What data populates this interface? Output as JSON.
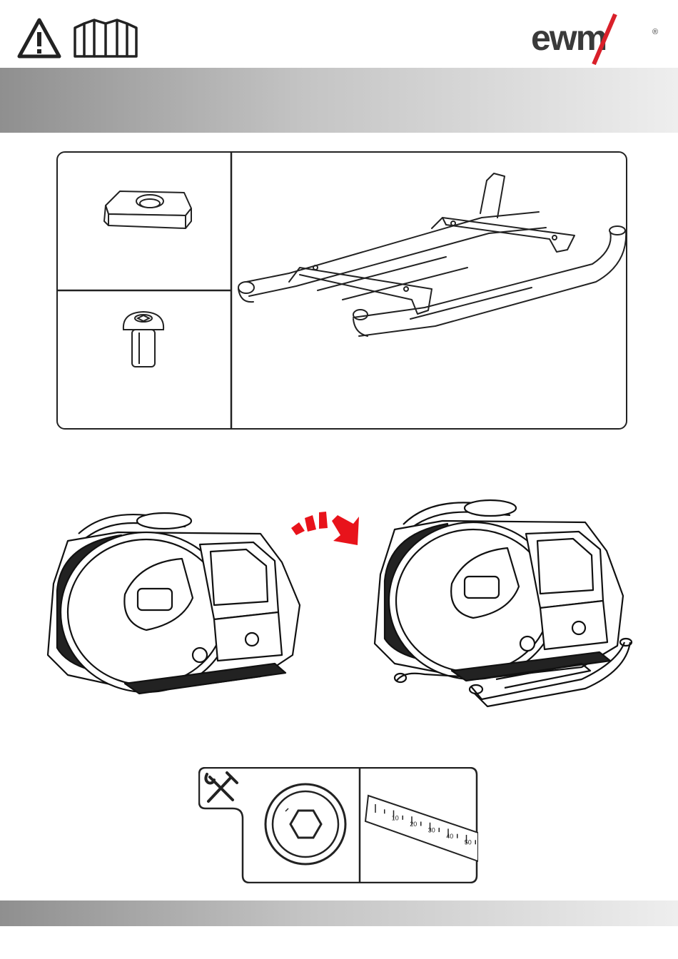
{
  "brand": {
    "logo_text": "ewm",
    "registered_mark": "®"
  },
  "header_icons": [
    "warning-triangle-icon",
    "manual-book-icon"
  ],
  "colors": {
    "band_dark": "#8f8f8f",
    "band_light": "#eeeeee",
    "logo_red": "#d9202a",
    "arrow_red": "#e8131b",
    "line": "#222222"
  },
  "ruler": {
    "ticks": [
      "10",
      "20",
      "30",
      "40",
      "50"
    ]
  },
  "tools": [
    "hammer-wrench-icon",
    "hex-key-icon",
    "measuring-tape-icon"
  ]
}
